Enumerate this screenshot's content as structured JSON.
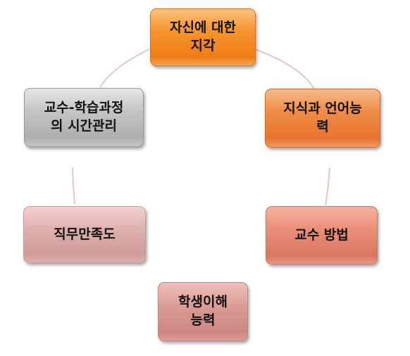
{
  "nodes": {
    "self_perception": "자신에 대한\n지각",
    "knowledge_language": "지식과 언어능\n력",
    "teaching_method": "교수 방법",
    "student_understanding": "학생이해\n능력",
    "job_satisfaction": "직무만족도",
    "time_management": "교수-학습과정\n의   시간관리"
  },
  "colors": {
    "orange_bright": "#f7922b",
    "orange": "#f08a45",
    "salmon": "#e98f78",
    "rose": "#dc9c97",
    "mauve": "#dfb1ae",
    "gray": "#c4c4c4",
    "connector": "#e6c7bf"
  }
}
